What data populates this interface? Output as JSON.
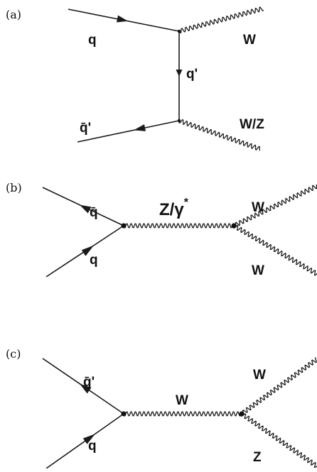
{
  "panels": [
    {
      "label": "(a)",
      "particles": {
        "incoming_top": "q",
        "propagator": "q'",
        "incoming_bottom": "q̄'",
        "outgoing_top": "W",
        "outgoing_bottom": "W/Z"
      }
    },
    {
      "label": "(b)",
      "particles": {
        "incoming_top": "q̄",
        "incoming_bottom": "q",
        "propagator": "Z/γ",
        "propagator_sup": "*",
        "outgoing_top": "W",
        "outgoing_bottom": "W"
      }
    },
    {
      "label": "(c)",
      "particles": {
        "incoming_top": "q̄'",
        "incoming_bottom": "q",
        "propagator": "W",
        "outgoing_top": "W",
        "outgoing_bottom": "Z"
      }
    }
  ]
}
